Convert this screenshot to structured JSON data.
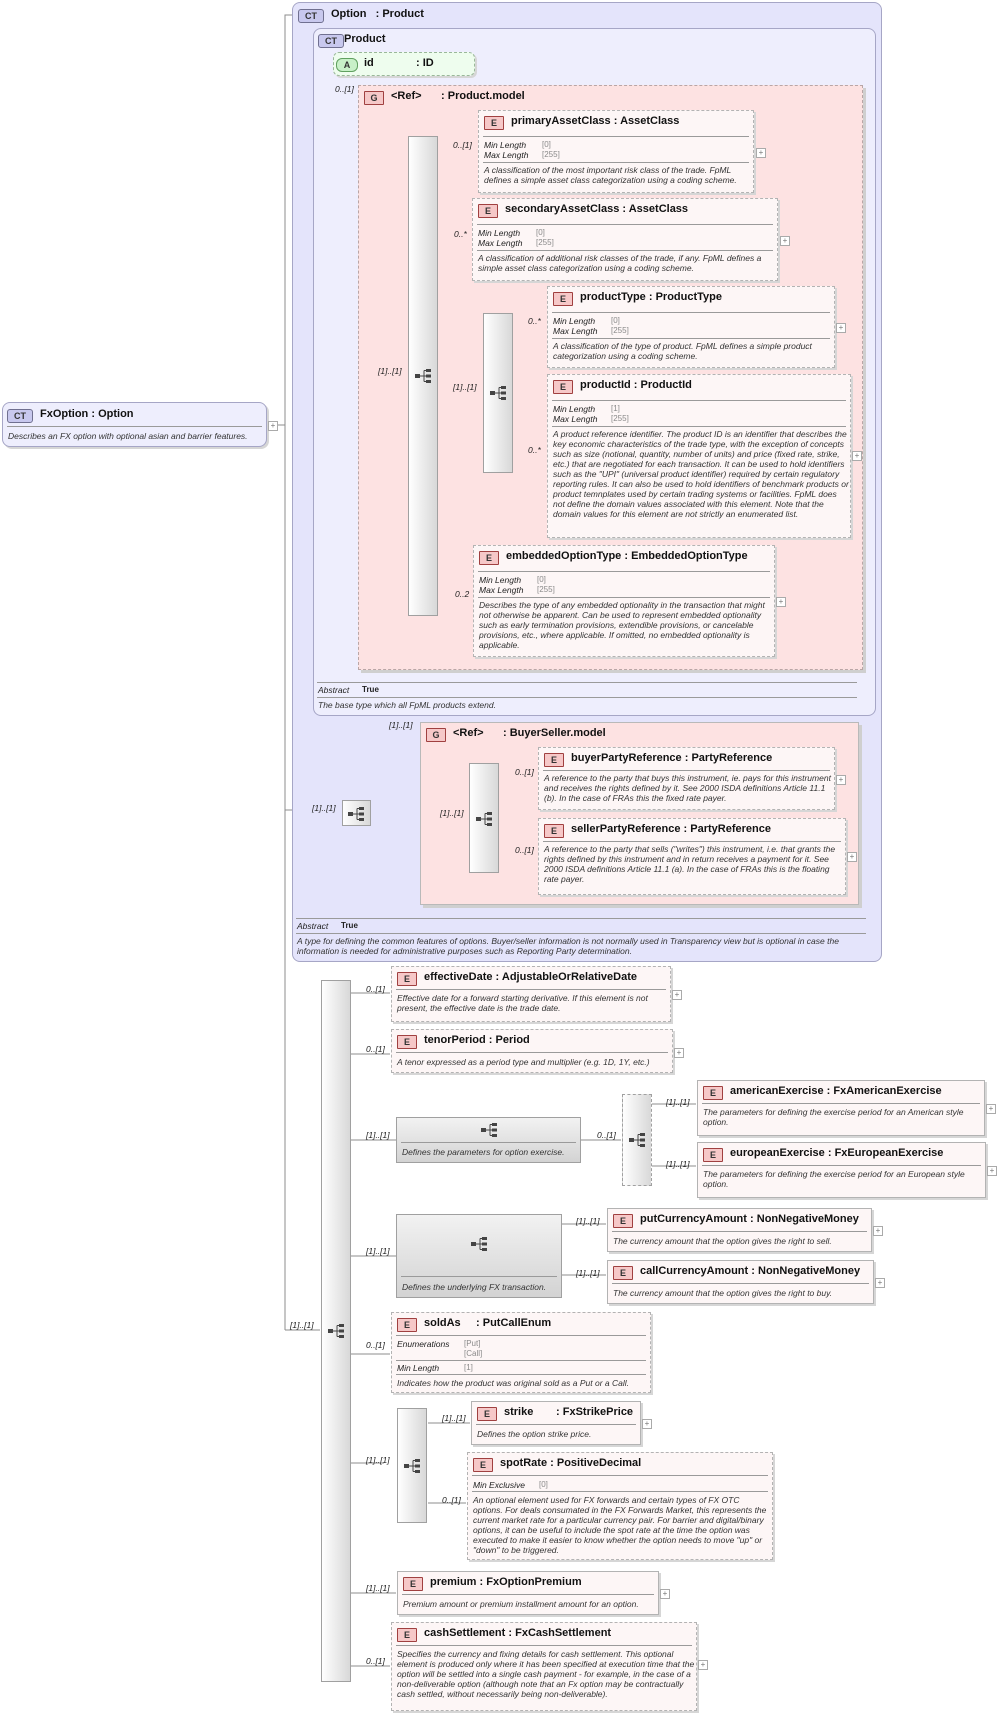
{
  "root": {
    "badge": "CT",
    "name": "FxOption",
    "type": "Option",
    "doc": "Describes an FX option with optional asian and barrier features."
  },
  "option": {
    "badge": "CT",
    "name": "Option",
    "type": "Product",
    "abstract_label": "Abstract",
    "abstract_value": "True",
    "doc": "A type for defining the common features of options. Buyer/seller information is not normally used in Transparency view but is optional in case the information is needed for administrative purposes such as Reporting Party determination."
  },
  "product": {
    "badge": "CT",
    "name": "Product",
    "abstract_label": "Abstract",
    "abstract_value": "True",
    "doc": "The base type which all FpML products extend."
  },
  "id_attr": {
    "badge": "A",
    "name": "id",
    "type": "ID",
    "card": "0..[1]"
  },
  "product_model": {
    "badge": "G",
    "name": "<Ref>",
    "type": "Product.model",
    "seq_card": "[1]..[1]",
    "inner_card": "[1]..[1]"
  },
  "minlen": "Min Length",
  "maxlen": "Max Length",
  "minexcl": "Min Exclusive",
  "enums": "Enumerations",
  "primaryAssetClass": {
    "badge": "E",
    "name": "primaryAssetClass",
    "type": "AssetClass",
    "card": "0..[1]",
    "min": "[0]",
    "max": "[255]",
    "doc": "A classification of the most important risk class of the trade. FpML defines a simple asset class categorization using a coding scheme."
  },
  "secondaryAssetClass": {
    "badge": "E",
    "name": "secondaryAssetClass",
    "type": "AssetClass",
    "card": "0..*",
    "min": "[0]",
    "max": "[255]",
    "doc": "A classification of additional risk classes of the trade, if any. FpML defines a simple asset class categorization using a coding scheme."
  },
  "productType": {
    "badge": "E",
    "name": "productType",
    "type": "ProductType",
    "card": "0..*",
    "min": "[0]",
    "max": "[255]",
    "doc": "A classification of the type of product. FpML defines a simple product categorization using a coding scheme."
  },
  "productId": {
    "badge": "E",
    "name": "productId",
    "type": "ProductId",
    "card": "0..*",
    "min": "[1]",
    "max": "[255]",
    "doc": "A product reference identifier. The product ID is an identifier that describes the key economic characteristics of the trade type, with the exception of concepts such as size (notional, quantity, number of units) and price (fixed rate, strike, etc.) that are negotiated for each transaction. It can be used to hold identifiers such as the \"UPI\" (universal product identifier) required by certain regulatory reporting rules. It can also be used to hold identifiers of benchmark products or product temnplates used by certain trading systems or facilities. FpML does not define the domain values associated with this element. Note that the domain values for this element are not strictly an enumerated list."
  },
  "embeddedOptionType": {
    "badge": "E",
    "name": "embeddedOptionType",
    "type": "EmbeddedOptionType",
    "card": "0..2",
    "min": "[0]",
    "max": "[255]",
    "doc": "Describes the type of any embedded optionality in the transaction that might not otherwise be apparent. Can be used to represent embedded optionality such as early termination provisions, extendible provisions, or cancelable provisions, etc., where applicable. If omitted, no embedded optionality is applicable."
  },
  "buyerseller_model": {
    "badge": "G",
    "name": "<Ref>",
    "type": "BuyerSeller.model",
    "card": "[1]..[1]",
    "seq_card": "[1]..[1]",
    "inner_card": "[1]..[1]"
  },
  "buyerPartyReference": {
    "badge": "E",
    "name": "buyerPartyReference",
    "type": "PartyReference",
    "card": "0..[1]",
    "doc": "A reference to the party that buys this instrument, ie. pays for this instrument and receives the rights defined by it. See 2000 ISDA definitions Article 11.1 (b). In the case of FRAs this the fixed rate payer."
  },
  "sellerPartyReference": {
    "badge": "E",
    "name": "sellerPartyReference",
    "type": "PartyReference",
    "card": "0..[1]",
    "doc": "A reference to the party that sells (\"writes\") this instrument, i.e. that grants the rights defined by this instrument and in return receives a payment for it. See 2000 ISDA definitions Article 11.1 (a). In the case of FRAs this is the floating rate payer."
  },
  "main_seq_card": "[1]..[1]",
  "effectiveDate": {
    "badge": "E",
    "name": "effectiveDate",
    "type": "AdjustableOrRelativeDate",
    "card": "0..[1]",
    "doc": "Effective date for a forward starting derivative. If this element is not present, the effective date is the trade date."
  },
  "tenorPeriod": {
    "badge": "E",
    "name": "tenorPeriod",
    "type": "Period",
    "card": "0..[1]",
    "doc": "A tenor expressed as a period type and multiplier (e.g. 1D, 1Y, etc.)"
  },
  "exercise_group": {
    "card": "[1]..[1]",
    "doc": "Defines the parameters for option exercise.",
    "choice_card": "0..[1]"
  },
  "americanExercise": {
    "badge": "E",
    "name": "americanExercise",
    "type": "FxAmericanExercise",
    "card": "[1]..[1]",
    "doc": "The parameters for defining the exercise period for an American style option."
  },
  "europeanExercise": {
    "badge": "E",
    "name": "europeanExercise",
    "type": "FxEuropeanExercise",
    "card": "[1]..[1]",
    "doc": "The parameters for defining the exercise period for an European style option."
  },
  "underlying_group": {
    "card": "[1]..[1]",
    "doc": "Defines the underlying FX transaction."
  },
  "putCurrencyAmount": {
    "badge": "E",
    "name": "putCurrencyAmount",
    "type": "NonNegativeMoney",
    "card": "[1]..[1]",
    "doc": "The currency amount that the option gives the right to sell."
  },
  "callCurrencyAmount": {
    "badge": "E",
    "name": "callCurrencyAmount",
    "type": "NonNegativeMoney",
    "card": "[1]..[1]",
    "doc": "The currency amount that the option gives the right to buy."
  },
  "soldAs": {
    "badge": "E",
    "name": "soldAs",
    "type": "PutCallEnum",
    "card": "0..[1]",
    "enum1": "[Put]",
    "enum2": "[Call]",
    "min": "[1]",
    "doc": "Indicates how the product was original sold as a Put or a Call."
  },
  "strike_seq": {
    "card": "[1]..[1]"
  },
  "strike": {
    "badge": "E",
    "name": "strike",
    "type": "FxStrikePrice",
    "card": "[1]..[1]",
    "doc": "Defines the option strike price."
  },
  "spotRate": {
    "badge": "E",
    "name": "spotRate",
    "type": "PositiveDecimal",
    "card": "0..[1]",
    "min": "[0]",
    "doc": "An optional element used for FX forwards and certain types of FX OTC options. For deals consumated in the FX Forwards Market, this represents the current market rate for a particular currency pair. For barrier and digital/binary options, it can be useful to include the spot rate at the time the option was executed to make it easier to know whether the option needs to move \"up\" or \"down\" to be triggered."
  },
  "premium": {
    "badge": "E",
    "name": "premium",
    "type": "FxOptionPremium",
    "card": "[1]..[1]",
    "doc": "Premium amount or premium installment amount for an option."
  },
  "cashSettlement": {
    "badge": "E",
    "name": "cashSettlement",
    "type": "FxCashSettlement",
    "card": "0..[1]",
    "doc": "Specifies the currency and fixing details for cash settlement. This optional element is produced only where it has been specified at execution time that the option will be settled into a single cash payment - for example, in the case of a non-deliverable option (although note that an Fx option may be contractually cash settled, without necessarily being non-deliverable)."
  },
  "plus": "+",
  "sep": ":"
}
